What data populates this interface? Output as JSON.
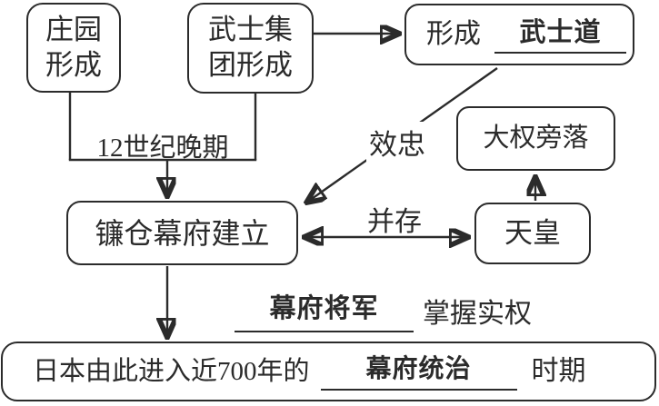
{
  "diagram": {
    "colors": {
      "ink": "#2b2b2b",
      "background": "#ffffff"
    },
    "nodes": {
      "manor_box": {
        "line1": "庄园",
        "line2": "形成"
      },
      "samurai_box": {
        "line1": "武士集",
        "line2": "团形成"
      },
      "bushido_box": {
        "prefix": "形成",
        "answer": "武士道"
      },
      "power_box": {
        "label": "大权旁落"
      },
      "kamakura_box": {
        "label": "镰仓幕府建立"
      },
      "emperor_box": {
        "label": "天皇"
      },
      "conclusion_box": {
        "prefix": "日本由此进入近700年的",
        "answer": "幕府统治",
        "suffix": "时期"
      }
    },
    "edge_labels": {
      "period": "12世纪晚期",
      "loyalty": "效忠",
      "coexist": "并存"
    },
    "annotation": {
      "answer": "幕府将军",
      "text": "掌握实权"
    }
  }
}
